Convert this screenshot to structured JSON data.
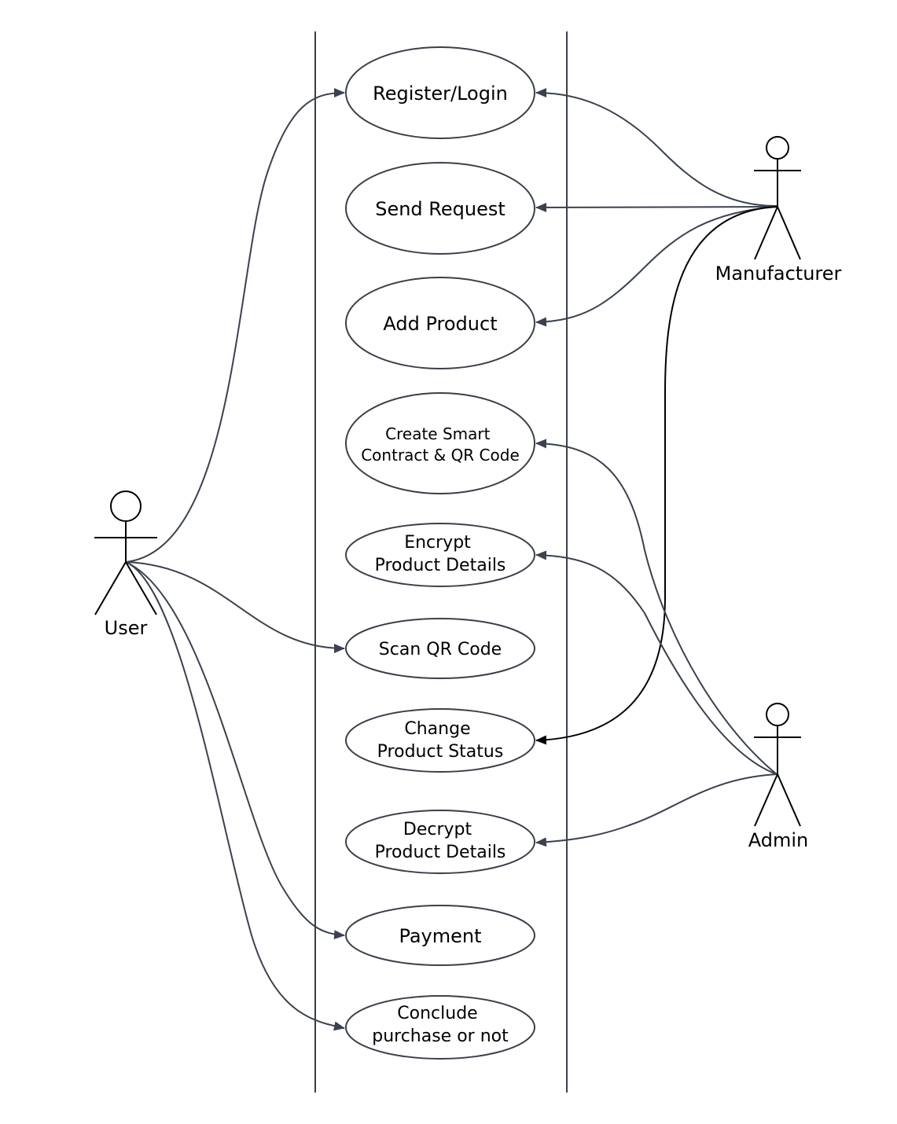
{
  "actors": {
    "user": "User",
    "manufacturer": "Manufacturer",
    "admin": "Admin"
  },
  "use_cases": {
    "register_login": [
      "Register/Login"
    ],
    "send_request": [
      "Send Request"
    ],
    "add_product": [
      "Add Product"
    ],
    "create_contract_qr": [
      "Create Smart",
      "Contract & QR Code"
    ],
    "encrypt_details": [
      "Encrypt",
      "Product Details"
    ],
    "scan_qr": [
      "Scan QR Code"
    ],
    "change_status": [
      "Change",
      "Product Status"
    ],
    "decrypt_details": [
      "Decrypt",
      "Product Details"
    ],
    "payment": [
      "Payment"
    ],
    "conclude_purchase": [
      "Conclude",
      "purchase or not"
    ]
  },
  "colors": {
    "line": "#3a4150",
    "highlight_line": "#000000",
    "outline": "#3a3f4a",
    "text": "#000000"
  }
}
